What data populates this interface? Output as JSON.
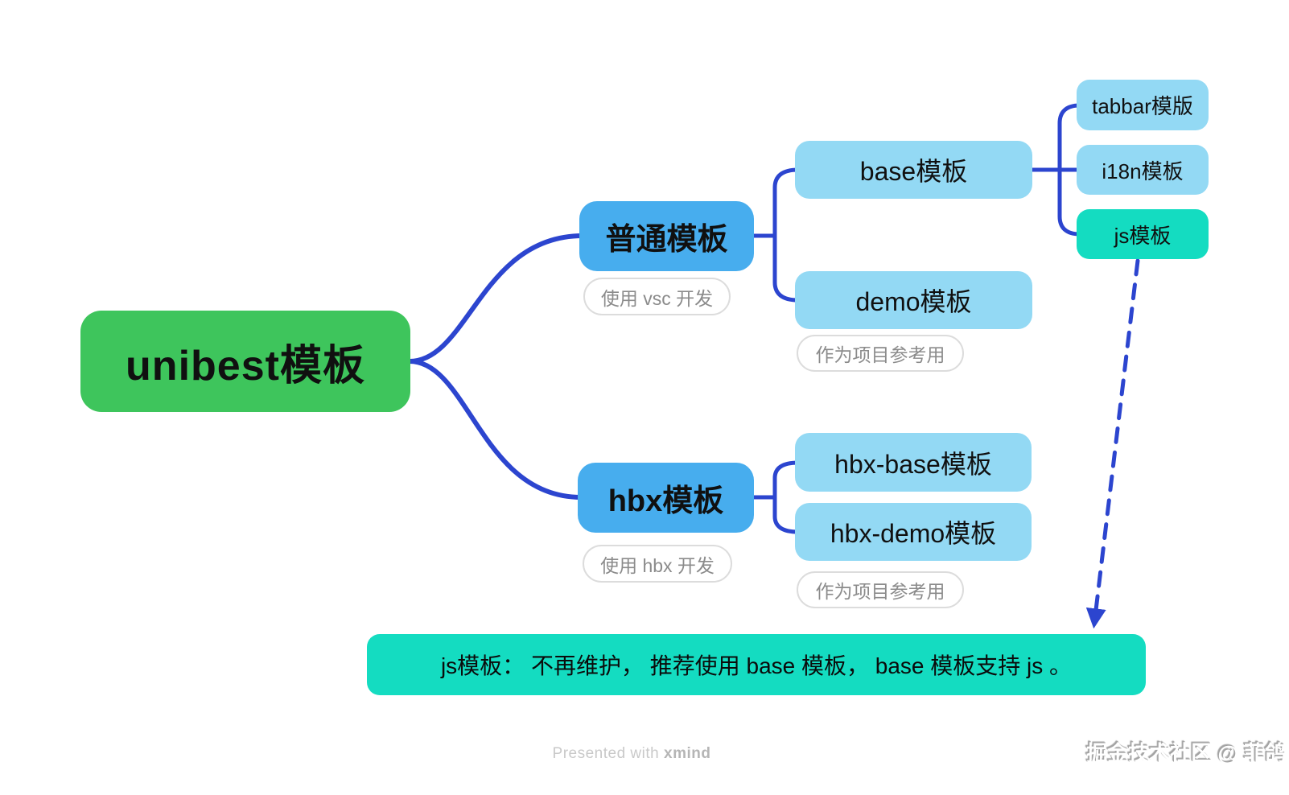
{
  "mindmap": {
    "root": {
      "label": "unibest模板"
    },
    "branches": [
      {
        "label": "普通模板",
        "note": "使用 vsc 开发",
        "children": [
          {
            "label": "base模板",
            "children": [
              {
                "label": "tabbar模版"
              },
              {
                "label": "i18n模板"
              },
              {
                "label": "js模板"
              }
            ]
          },
          {
            "label": "demo模板",
            "note": "作为项目参考用"
          }
        ]
      },
      {
        "label": "hbx模板",
        "note": "使用 hbx 开发",
        "children": [
          {
            "label": "hbx-base模板"
          },
          {
            "label": "hbx-demo模板",
            "note": "作为项目参考用"
          }
        ]
      }
    ],
    "callout": {
      "label": "js模板： 不再维护， 推荐使用 base 模板， base 模板支持 js 。"
    }
  },
  "footer": {
    "presented": "Presented with ",
    "brand": "xmind"
  },
  "watermark": "掘金技术社区 @ 菲鸽",
  "colors": {
    "root_green": "#3EC55C",
    "branch_blue": "#47ADEE",
    "child_blue": "#93D9F4",
    "accent_teal": "#14DCC1",
    "connector_blue": "#2C45CF"
  }
}
